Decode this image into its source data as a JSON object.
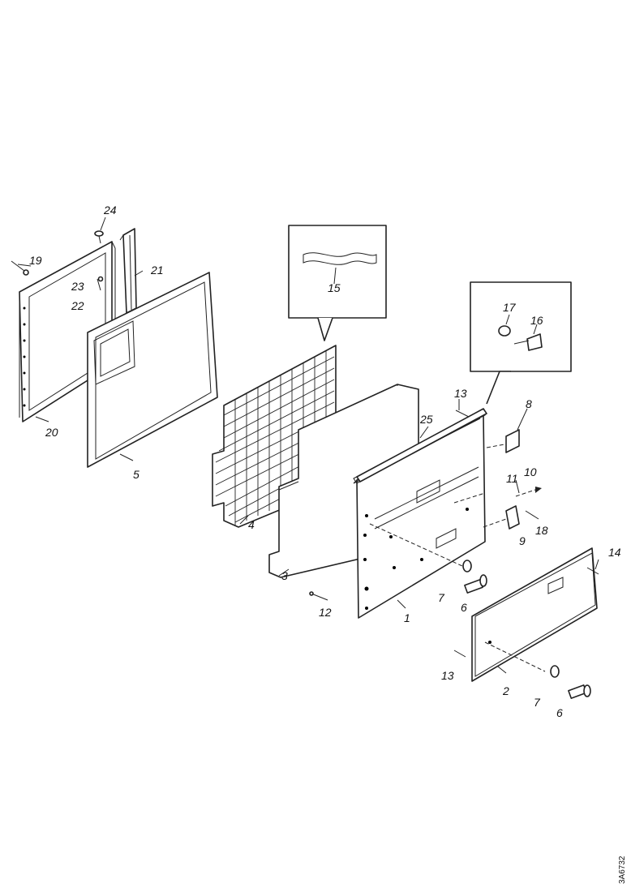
{
  "callouts": [
    "1",
    "2",
    "3",
    "4",
    "5",
    "6",
    "6",
    "7",
    "7",
    "8",
    "9",
    "10",
    "11",
    "12",
    "13",
    "13",
    "14",
    "15",
    "16",
    "17",
    "18",
    "19",
    "20",
    "21",
    "22",
    "23",
    "24",
    "25"
  ],
  "drawing_code": "3A6732"
}
